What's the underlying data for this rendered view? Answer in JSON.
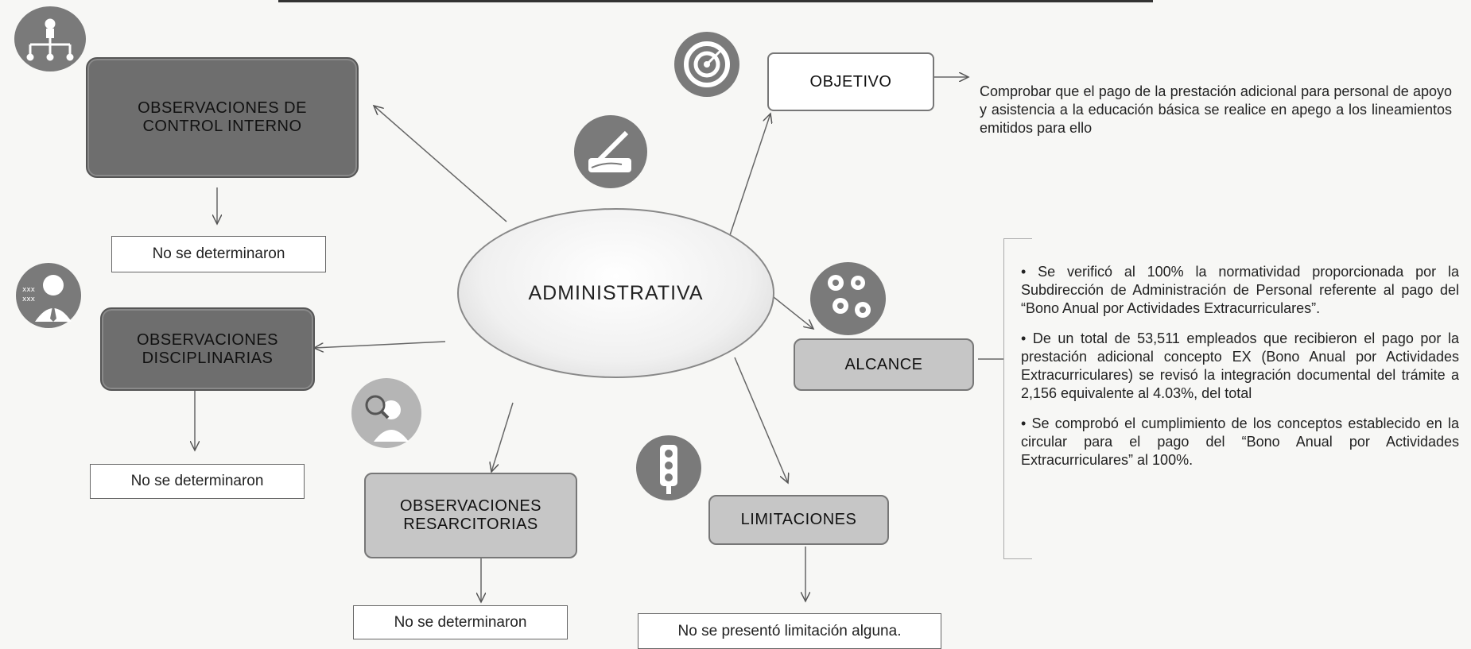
{
  "center": {
    "label": "ADMINISTRATIVA"
  },
  "nodes": {
    "control_interno": {
      "label": "OBSERVACIONES DE CONTROL INTERNO",
      "result": "No se determinaron"
    },
    "disciplinarias": {
      "label": "OBSERVACIONES DISCIPLINARIAS",
      "result": "No se determinaron"
    },
    "resarcitorias": {
      "label": "OBSERVACIONES RESARCITORIAS",
      "result": "No se determinaron"
    },
    "objetivo": {
      "label": "OBJETIVO",
      "text": "Comprobar que el pago de la prestación adicional para personal de apoyo y asistencia a la educación básica se realice en apego a los lineamientos emitidos para ello"
    },
    "alcance": {
      "label": "ALCANCE",
      "bullets": [
        "• Se verificó al 100% la normatividad proporcionada por la Subdirección de Administración de Personal referente al pago del “Bono Anual por Actividades Extracurriculares”.",
        "• De un total de 53,511 empleados que recibieron el pago por la prestación adicional concepto EX (Bono Anual por Actividades Extracurriculares) se revisó la integración documental del trámite a 2,156 equivalente al 4.03%, del total",
        "• Se comprobó el cumplimiento de los conceptos establecido en la circular para el pago del “Bono Anual por Actividades Extracurriculares” al 100%."
      ]
    },
    "limitaciones": {
      "label": "LIMITACIONES",
      "result": "No se presentó limitación alguna."
    }
  },
  "icons": {
    "org": "org-chart-icon",
    "person": "person-icon",
    "writing": "writing-hand-icon",
    "target": "target-icon",
    "gears": "gears-icon",
    "search_person": "search-person-icon",
    "traffic_light": "traffic-light-icon"
  }
}
